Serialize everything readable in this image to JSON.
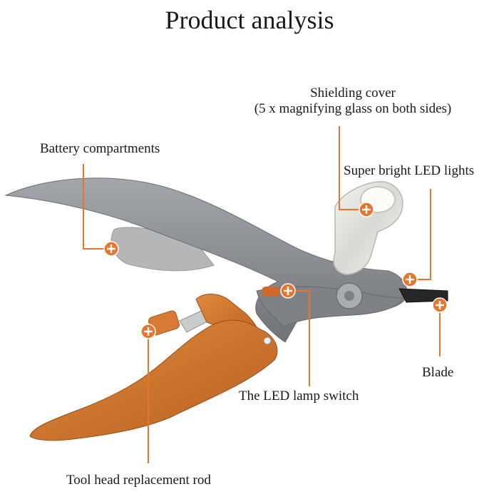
{
  "title": "Product analysis",
  "labels": {
    "shielding_cover_line1": "Shielding cover",
    "shielding_cover_line2": "(5 x magnifying glass on both sides)",
    "battery": "Battery compartments",
    "led_lights": "Super bright LED lights",
    "blade": "Blade",
    "switch": "The LED lamp switch",
    "rod": "Tool head replacement rod"
  },
  "colors": {
    "accent": "#e8752a",
    "body_gray": "#8e9196",
    "handle_orange": "#d6782f",
    "text": "#1a1a1a"
  },
  "icons": {
    "marker": "plus-circle-icon"
  }
}
